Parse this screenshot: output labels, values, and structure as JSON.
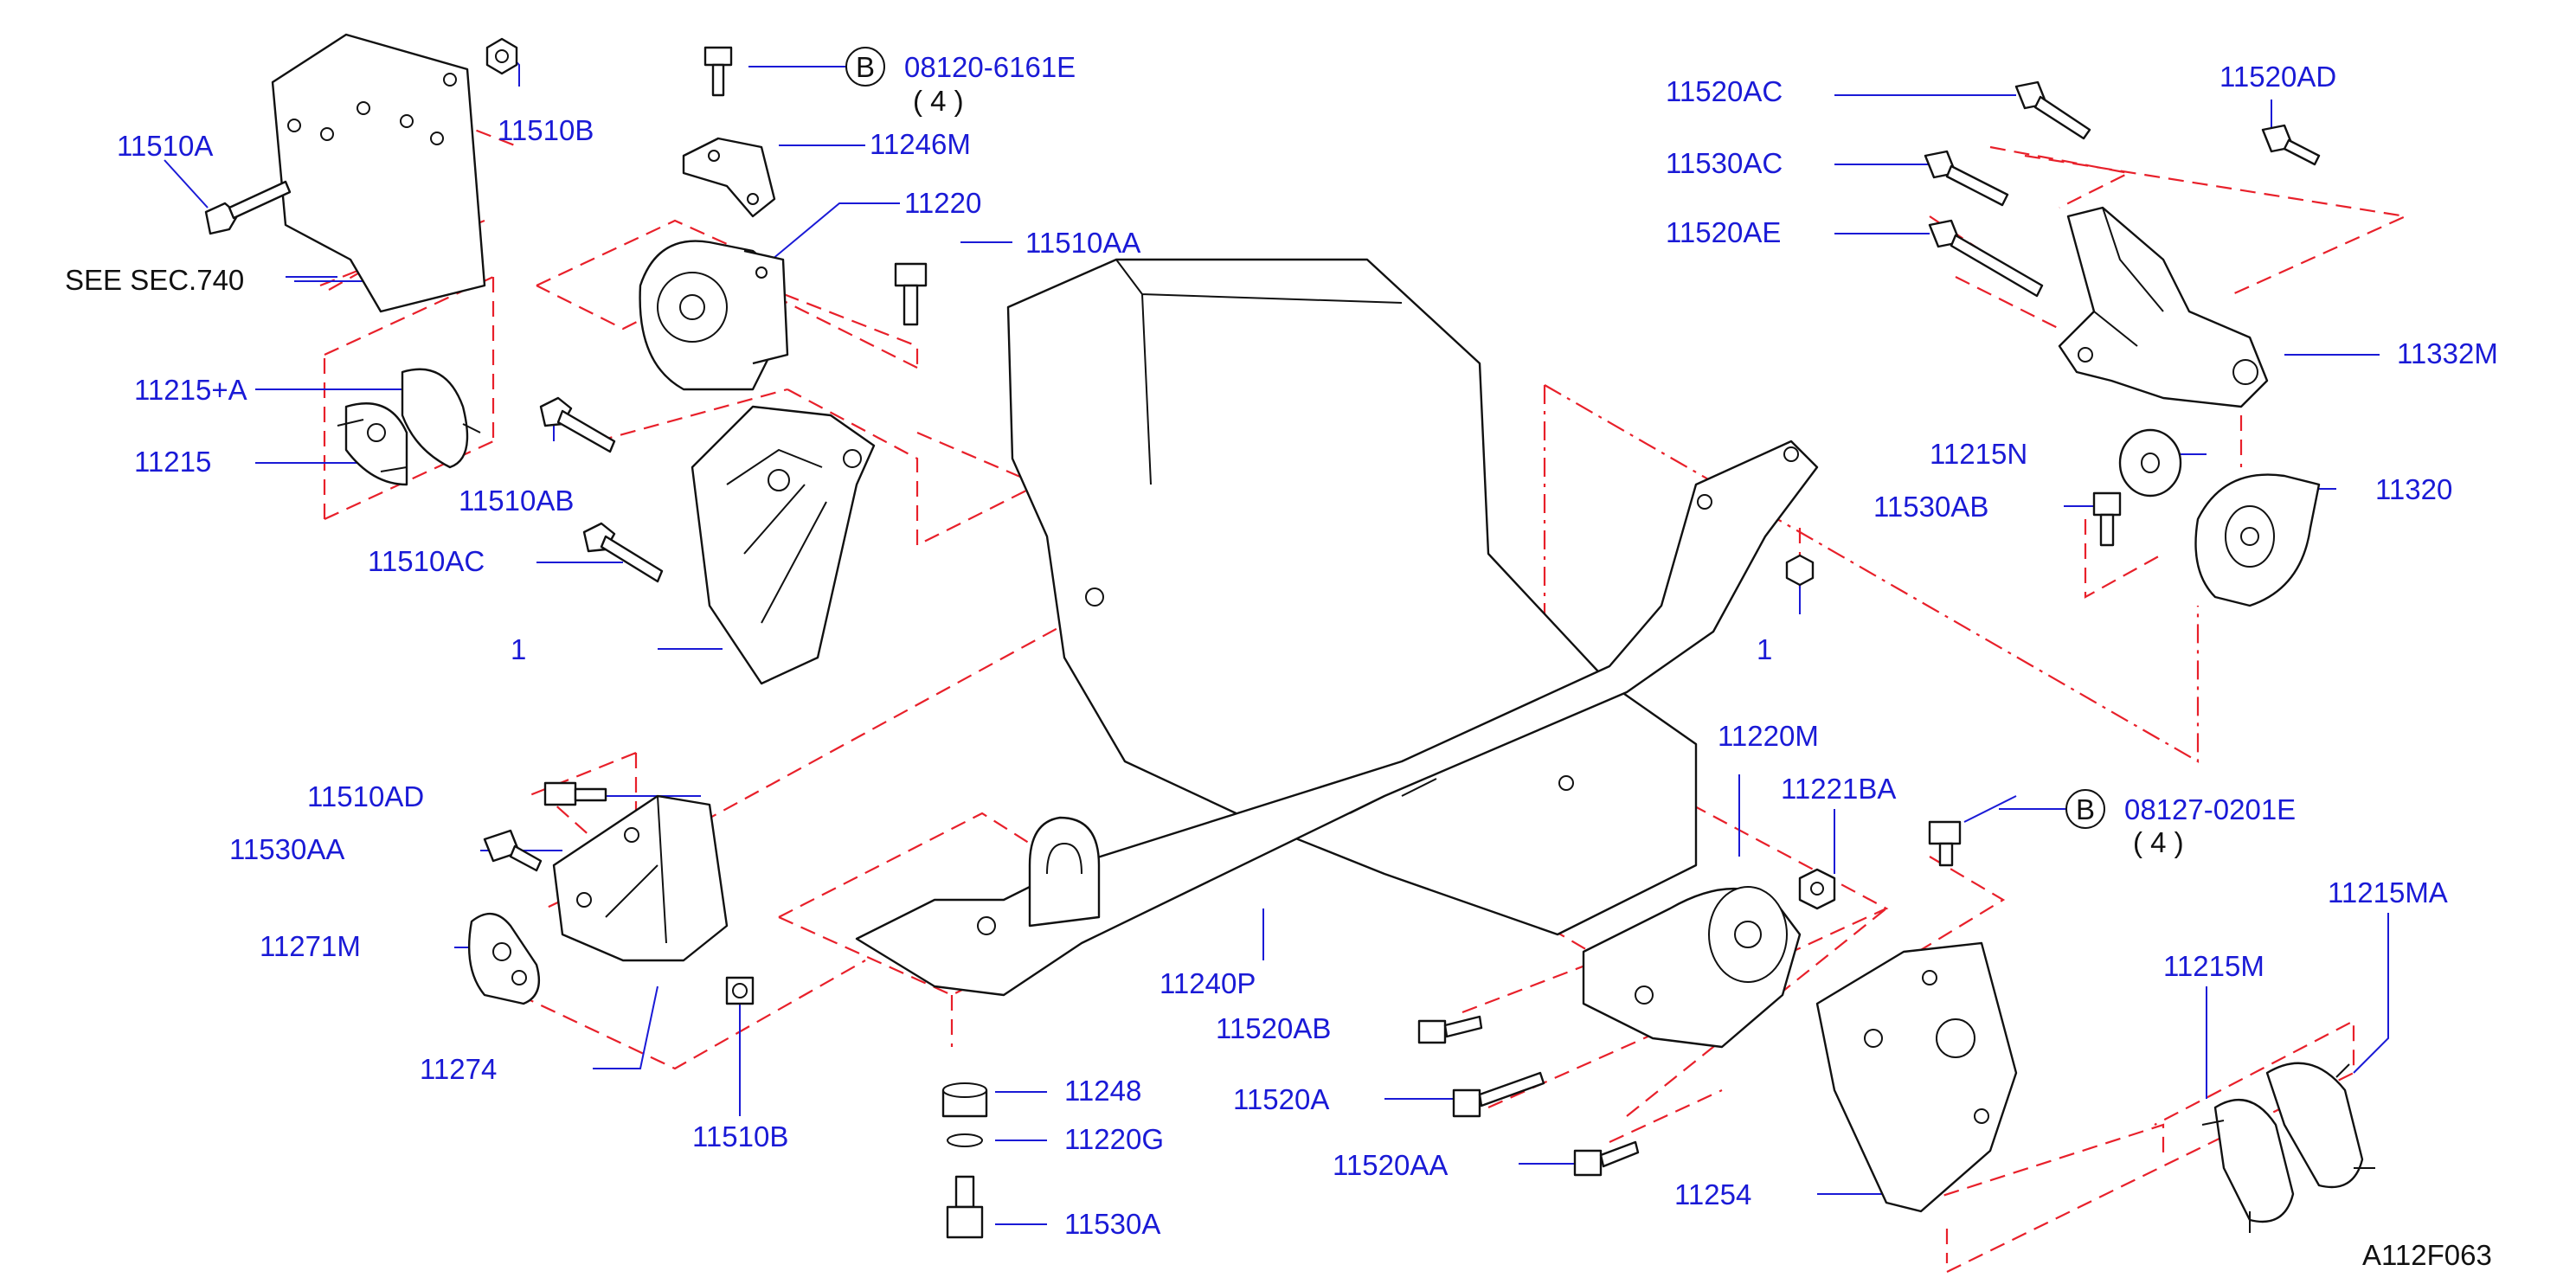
{
  "figure_id": "A112F063",
  "see_note": "SEE   SEC.740",
  "callouts": [
    {
      "id": "l-11510A",
      "text": "11510A"
    },
    {
      "id": "l-11510B-top",
      "text": "11510B"
    },
    {
      "id": "l-11215A",
      "text": "11215+A"
    },
    {
      "id": "l-11215",
      "text": "11215"
    },
    {
      "id": "l-11510AB",
      "text": "11510AB"
    },
    {
      "id": "l-11510AC",
      "text": "11510AC"
    },
    {
      "id": "l-11231M",
      "text": "1"
    },
    {
      "id": "l-11246M",
      "text": "11246M"
    },
    {
      "id": "l-11220",
      "text": "11220"
    },
    {
      "id": "l-11510AA",
      "text": "11510AA"
    },
    {
      "id": "l-11510AD",
      "text": "11510AD"
    },
    {
      "id": "l-11530AA",
      "text": "11530AA"
    },
    {
      "id": "l-11271M",
      "text": "11271M"
    },
    {
      "id": "l-11274",
      "text": "11274"
    },
    {
      "id": "l-11510B-bot",
      "text": "11510B"
    },
    {
      "id": "l-11248",
      "text": "11248"
    },
    {
      "id": "l-11220G",
      "text": "11220G"
    },
    {
      "id": "l-11530A",
      "text": "11530A"
    },
    {
      "id": "l-11240P",
      "text": "11240P"
    },
    {
      "id": "l-11520AB",
      "text": "11520AB"
    },
    {
      "id": "l-11520A",
      "text": "11520A"
    },
    {
      "id": "l-11520AA",
      "text": "11520AA"
    },
    {
      "id": "l-11254",
      "text": "11254"
    },
    {
      "id": "l-11220M",
      "text": "11220M"
    },
    {
      "id": "l-11221BA",
      "text": "11221BA"
    },
    {
      "id": "l-11221",
      "text": "1"
    },
    {
      "id": "l-11215M",
      "text": "11215M"
    },
    {
      "id": "l-11215MA",
      "text": "11215MA"
    },
    {
      "id": "l-11520AC",
      "text": "11520AC"
    },
    {
      "id": "l-11530AC",
      "text": "11530AC"
    },
    {
      "id": "l-11520AE",
      "text": "11520AE"
    },
    {
      "id": "l-11520AD",
      "text": "11520AD"
    },
    {
      "id": "l-11332M",
      "text": "11332M"
    },
    {
      "id": "l-11215N",
      "text": "11215N"
    },
    {
      "id": "l-11530AB",
      "text": "11530AB"
    },
    {
      "id": "l-11320",
      "text": "11320"
    }
  ],
  "bolt_refs": [
    {
      "id": "b-08120",
      "symbol": "B",
      "part_no": "08120-6161E",
      "qty": "( 4 )"
    },
    {
      "id": "b-08127",
      "symbol": "B",
      "part_no": "08127-0201E",
      "qty": "( 4 )"
    }
  ],
  "colors": {
    "label": "#1a1ad6",
    "phantom_line": "#e8202a",
    "line_art": "#111111"
  }
}
